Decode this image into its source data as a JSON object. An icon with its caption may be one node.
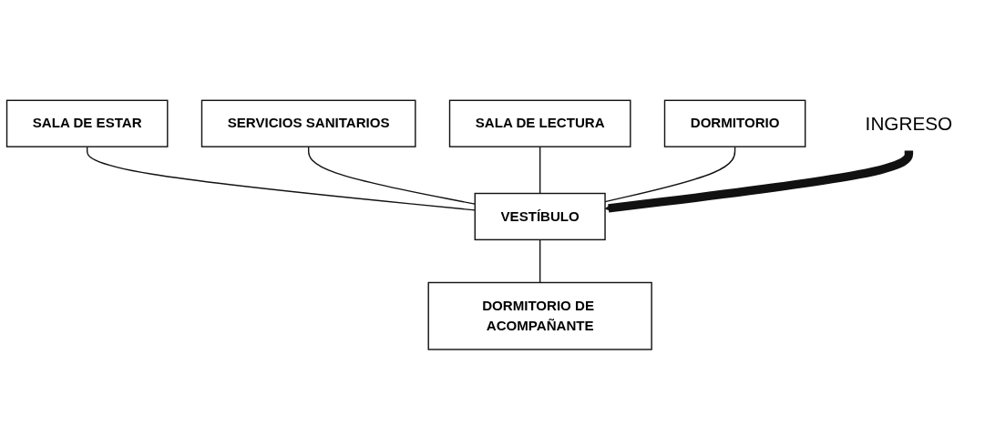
{
  "diagram": {
    "nodes": [
      {
        "text": [
          "SALA DE ESTAR"
        ]
      },
      {
        "text": [
          "SERVICIOS SANITARIOS"
        ]
      },
      {
        "text": [
          "SALA DE LECTURA"
        ]
      },
      {
        "text": [
          "DORMITORIO"
        ]
      },
      {
        "text": [
          "VESTÍBULO"
        ]
      },
      {
        "text": [
          "DORMITORIO DE ACOMPAÑANTE"
        ]
      },
      {
        "text": [
          "INGRESO"
        ]
      }
    ],
    "edges": [
      {
        "from": 0,
        "to": 4,
        "arrow": "none"
      },
      {
        "from": 1,
        "to": 4,
        "arrow": "none"
      },
      {
        "from": 2,
        "to": 4,
        "arrow": "none"
      },
      {
        "from": 3,
        "to": 4,
        "arrow": "none"
      },
      {
        "from": 4,
        "to": 5,
        "arrow": "none"
      },
      {
        "from": 6,
        "to": 4,
        "arrow": "to",
        "style": "thick"
      }
    ]
  }
}
